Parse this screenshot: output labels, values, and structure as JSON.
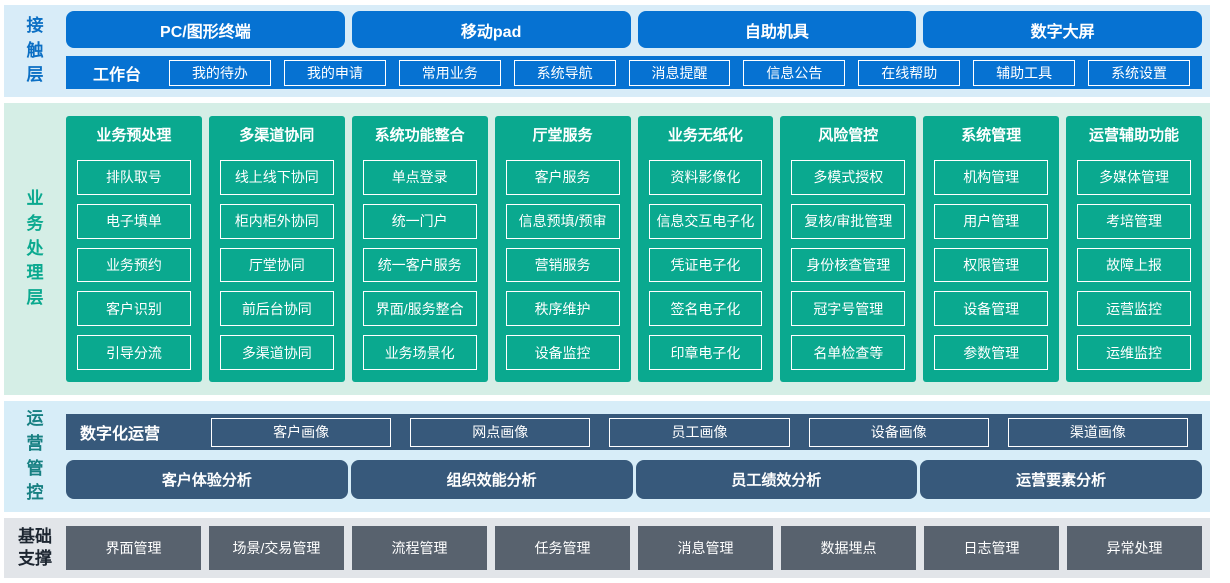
{
  "colors": {
    "accent_blue": "#0672d2",
    "accent_green": "#0aa98f",
    "accent_slate": "#37597b",
    "accent_gray": "#58626e",
    "band_blue_bg": "#d8ecf8",
    "band_green_bg": "#d5eee6",
    "band_gray_bg": "#e2e5e9",
    "label_teal": "#178082"
  },
  "contact_layer": {
    "label": "接触层",
    "terminals": [
      "PC/图形终端",
      "移动pad",
      "自助机具",
      "数字大屏"
    ],
    "workbench": {
      "label": "工作台",
      "items": [
        "我的待办",
        "我的申请",
        "常用业务",
        "系统导航",
        "消息提醒",
        "信息公告",
        "在线帮助",
        "辅助工具",
        "系统设置"
      ]
    }
  },
  "business_layer": {
    "label": "业务处理层",
    "columns": [
      {
        "title": "业务预处理",
        "items": [
          "排队取号",
          "电子填单",
          "业务预约",
          "客户识别",
          "引导分流"
        ]
      },
      {
        "title": "多渠道协同",
        "items": [
          "线上线下协同",
          "柜内柜外协同",
          "厅堂协同",
          "前后台协同",
          "多渠道协同"
        ]
      },
      {
        "title": "系统功能整合",
        "items": [
          "单点登录",
          "统一门户",
          "统一客户服务",
          "界面/服务整合",
          "业务场景化"
        ]
      },
      {
        "title": "厅堂服务",
        "items": [
          "客户服务",
          "信息预填/预审",
          "营销服务",
          "秩序维护",
          "设备监控"
        ]
      },
      {
        "title": "业务无纸化",
        "items": [
          "资料影像化",
          "信息交互电子化",
          "凭证电子化",
          "签名电子化",
          "印章电子化"
        ]
      },
      {
        "title": "风险管控",
        "items": [
          "多模式授权",
          "复核/审批管理",
          "身份核查管理",
          "冠字号管理",
          "名单检查等"
        ]
      },
      {
        "title": "系统管理",
        "items": [
          "机构管理",
          "用户管理",
          "权限管理",
          "设备管理",
          "参数管理"
        ]
      },
      {
        "title": "运营辅助功能",
        "items": [
          "多媒体管理",
          "考培管理",
          "故障上报",
          "运营监控",
          "运维监控"
        ]
      }
    ]
  },
  "operation_layer": {
    "label": "运营管控",
    "digital_ops": {
      "label": "数字化运营",
      "items": [
        "客户画像",
        "网点画像",
        "员工画像",
        "设备画像",
        "渠道画像"
      ]
    },
    "analysis": [
      "客户体验分析",
      "组织效能分析",
      "员工绩效分析",
      "运营要素分析"
    ]
  },
  "foundation_layer": {
    "label": "基础支撑",
    "items": [
      "界面管理",
      "场景/交易管理",
      "流程管理",
      "任务管理",
      "消息管理",
      "数据埋点",
      "日志管理",
      "异常处理"
    ]
  }
}
